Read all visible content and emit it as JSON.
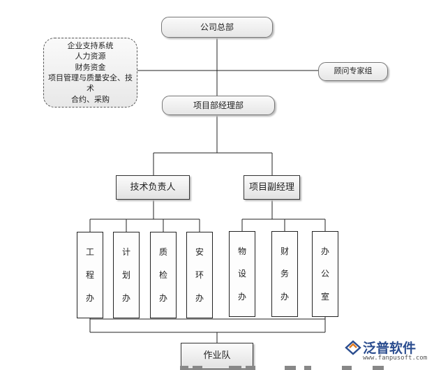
{
  "nodes": {
    "hq": "公司总部",
    "support_lines": [
      "企业支持系统",
      "人力资源",
      "财务资金",
      "项目管理与质量安全、技术",
      "合约、采购"
    ],
    "advisors": "顾问专家组",
    "pm_dept": "项目部经理部",
    "tech_lead": "技术负责人",
    "deputy_pm": "项目副经理",
    "offices_left": [
      {
        "chars": [
          "工",
          "程",
          "办"
        ]
      },
      {
        "chars": [
          "计",
          "划",
          "办"
        ]
      },
      {
        "chars": [
          "质",
          "检",
          "办"
        ]
      },
      {
        "chars": [
          "安",
          "环",
          "办"
        ]
      }
    ],
    "offices_right": [
      {
        "chars": [
          "物",
          "设",
          "办"
        ]
      },
      {
        "chars": [
          "财",
          "务",
          "办"
        ]
      },
      {
        "chars": [
          "办",
          "公",
          "室"
        ]
      }
    ],
    "work_team": "作业队"
  },
  "watermark": {
    "brand": "泛普软件",
    "url": "www.fanpusoft.com",
    "color": "#2b4d8f",
    "accent": "#e07a1f"
  },
  "colors": {
    "line": "#222222",
    "box_border": "#333333"
  }
}
